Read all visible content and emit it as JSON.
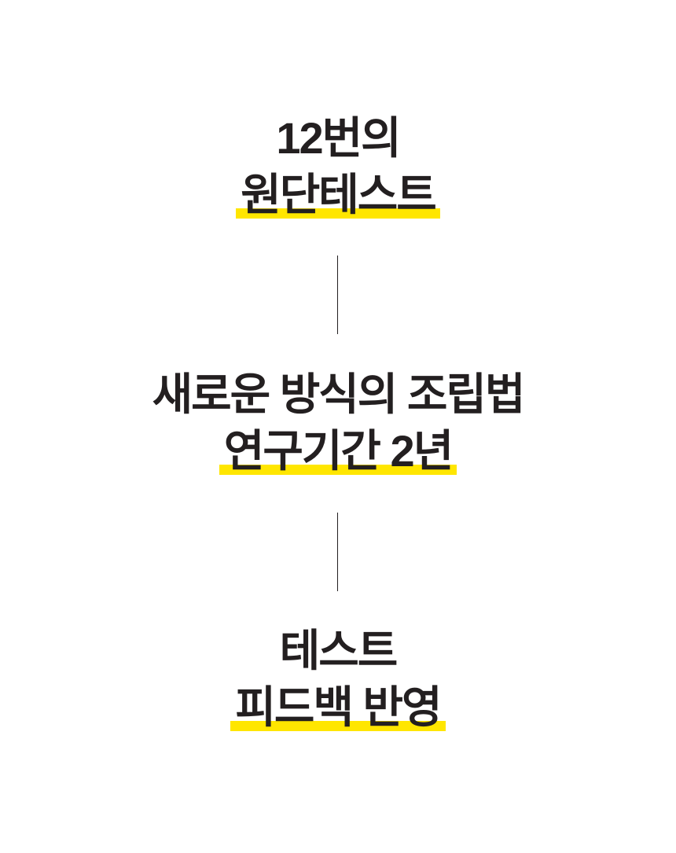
{
  "colors": {
    "text": "#231f20",
    "highlight": "#ffe600",
    "background": "#ffffff"
  },
  "sections": [
    {
      "line1": "12번의",
      "line2": "원단테스트"
    },
    {
      "line1": "새로운 방식의 조립법",
      "line2": "연구기간 2년"
    },
    {
      "line1": "테스트",
      "line2": "피드백 반영"
    }
  ]
}
